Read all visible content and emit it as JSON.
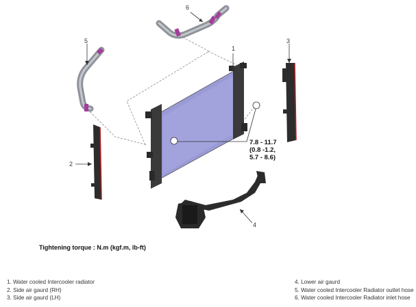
{
  "callouts": {
    "c1": "1",
    "c2": "2",
    "c3": "3",
    "c4": "4",
    "c5": "5",
    "c6": "6"
  },
  "torque_spec": {
    "line1": "7.8 - 11.7",
    "line2": "(0.8 -1.2,",
    "line3": "5.7 - 8.6)"
  },
  "caption": "Tightening torque : N.m (kgf.m, lb-ft)",
  "legend": [
    "1. Water cooled Intercooler radiator",
    "2. Side air gaurd (RH)",
    "3. Side air gaurd (LH)",
    "4. Lower air gaurd",
    "5. Water cooled Intercooler Radiator outlet hose",
    "6. Water cooled Intercooler Radiator inlet hose"
  ],
  "colors": {
    "radiator_core": "#9a9ad6",
    "hose": "#9a9ea6",
    "clamp": "#a53c9a",
    "guard": "#2c2c2c",
    "guard_edge": "#b02020"
  }
}
